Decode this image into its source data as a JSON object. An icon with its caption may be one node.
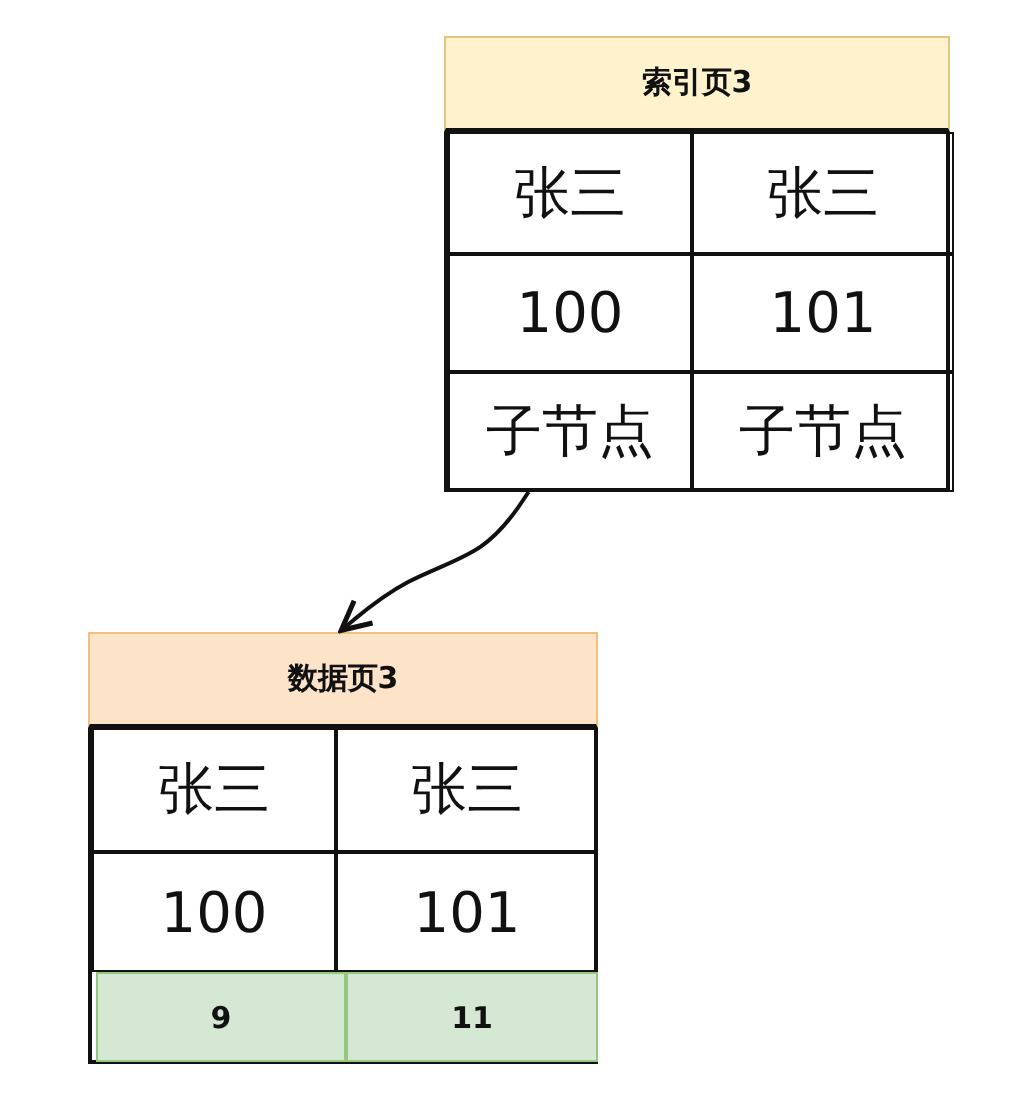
{
  "diagram": {
    "nodes": [
      {
        "text": [
          "索引页3"
        ]
      },
      {
        "text": [
          "张三"
        ],
        "in": 0
      },
      {
        "text": [
          "张三"
        ],
        "in": 0
      },
      {
        "text": [
          "100"
        ],
        "in": 0
      },
      {
        "text": [
          "101"
        ],
        "in": 0
      },
      {
        "text": [
          "子节点"
        ],
        "in": 0
      },
      {
        "text": [
          "子节点"
        ],
        "in": 0
      },
      {
        "text": [
          "数据页3"
        ]
      },
      {
        "text": [
          "张三"
        ],
        "in": 7
      },
      {
        "text": [
          "张三"
        ],
        "in": 7
      },
      {
        "text": [
          "100"
        ],
        "in": 7
      },
      {
        "text": [
          "101"
        ],
        "in": 7
      },
      {
        "text": [
          "9"
        ],
        "in": 7
      },
      {
        "text": [
          "11"
        ],
        "in": 7
      }
    ],
    "edges": [
      {
        "from": 5,
        "to": 7,
        "arrow": "to"
      }
    ]
  }
}
